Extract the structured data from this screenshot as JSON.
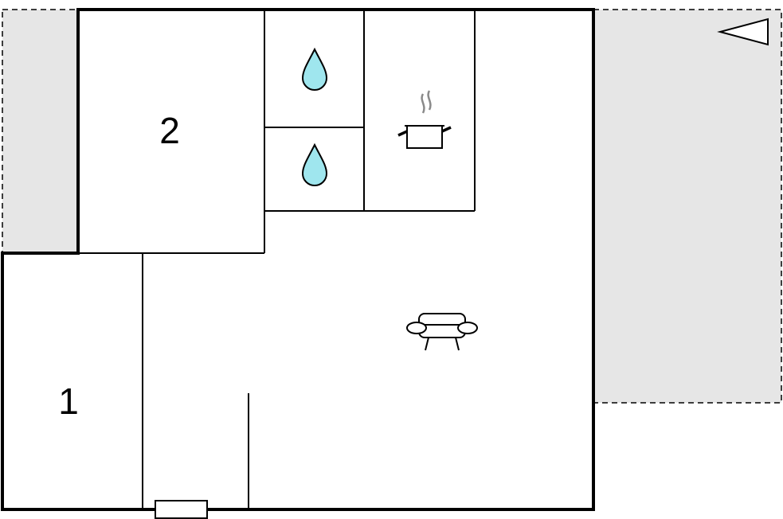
{
  "floorplan": {
    "rooms": [
      {
        "id": "bedroom-1",
        "label": "1"
      },
      {
        "id": "bedroom-2",
        "label": "2"
      }
    ],
    "icons": {
      "bathroom_1": "water-drop-icon",
      "bathroom_2": "water-drop-icon",
      "kitchen": "cooking-pot-icon",
      "living_room": "sofa-icon",
      "orientation": "triangle-marker-icon"
    },
    "colors": {
      "wall": "#000000",
      "terrace_fill": "#e6e6e6",
      "water_drop": "#9fe6ee",
      "steam": "#8a8a8a",
      "background": "#ffffff"
    }
  }
}
